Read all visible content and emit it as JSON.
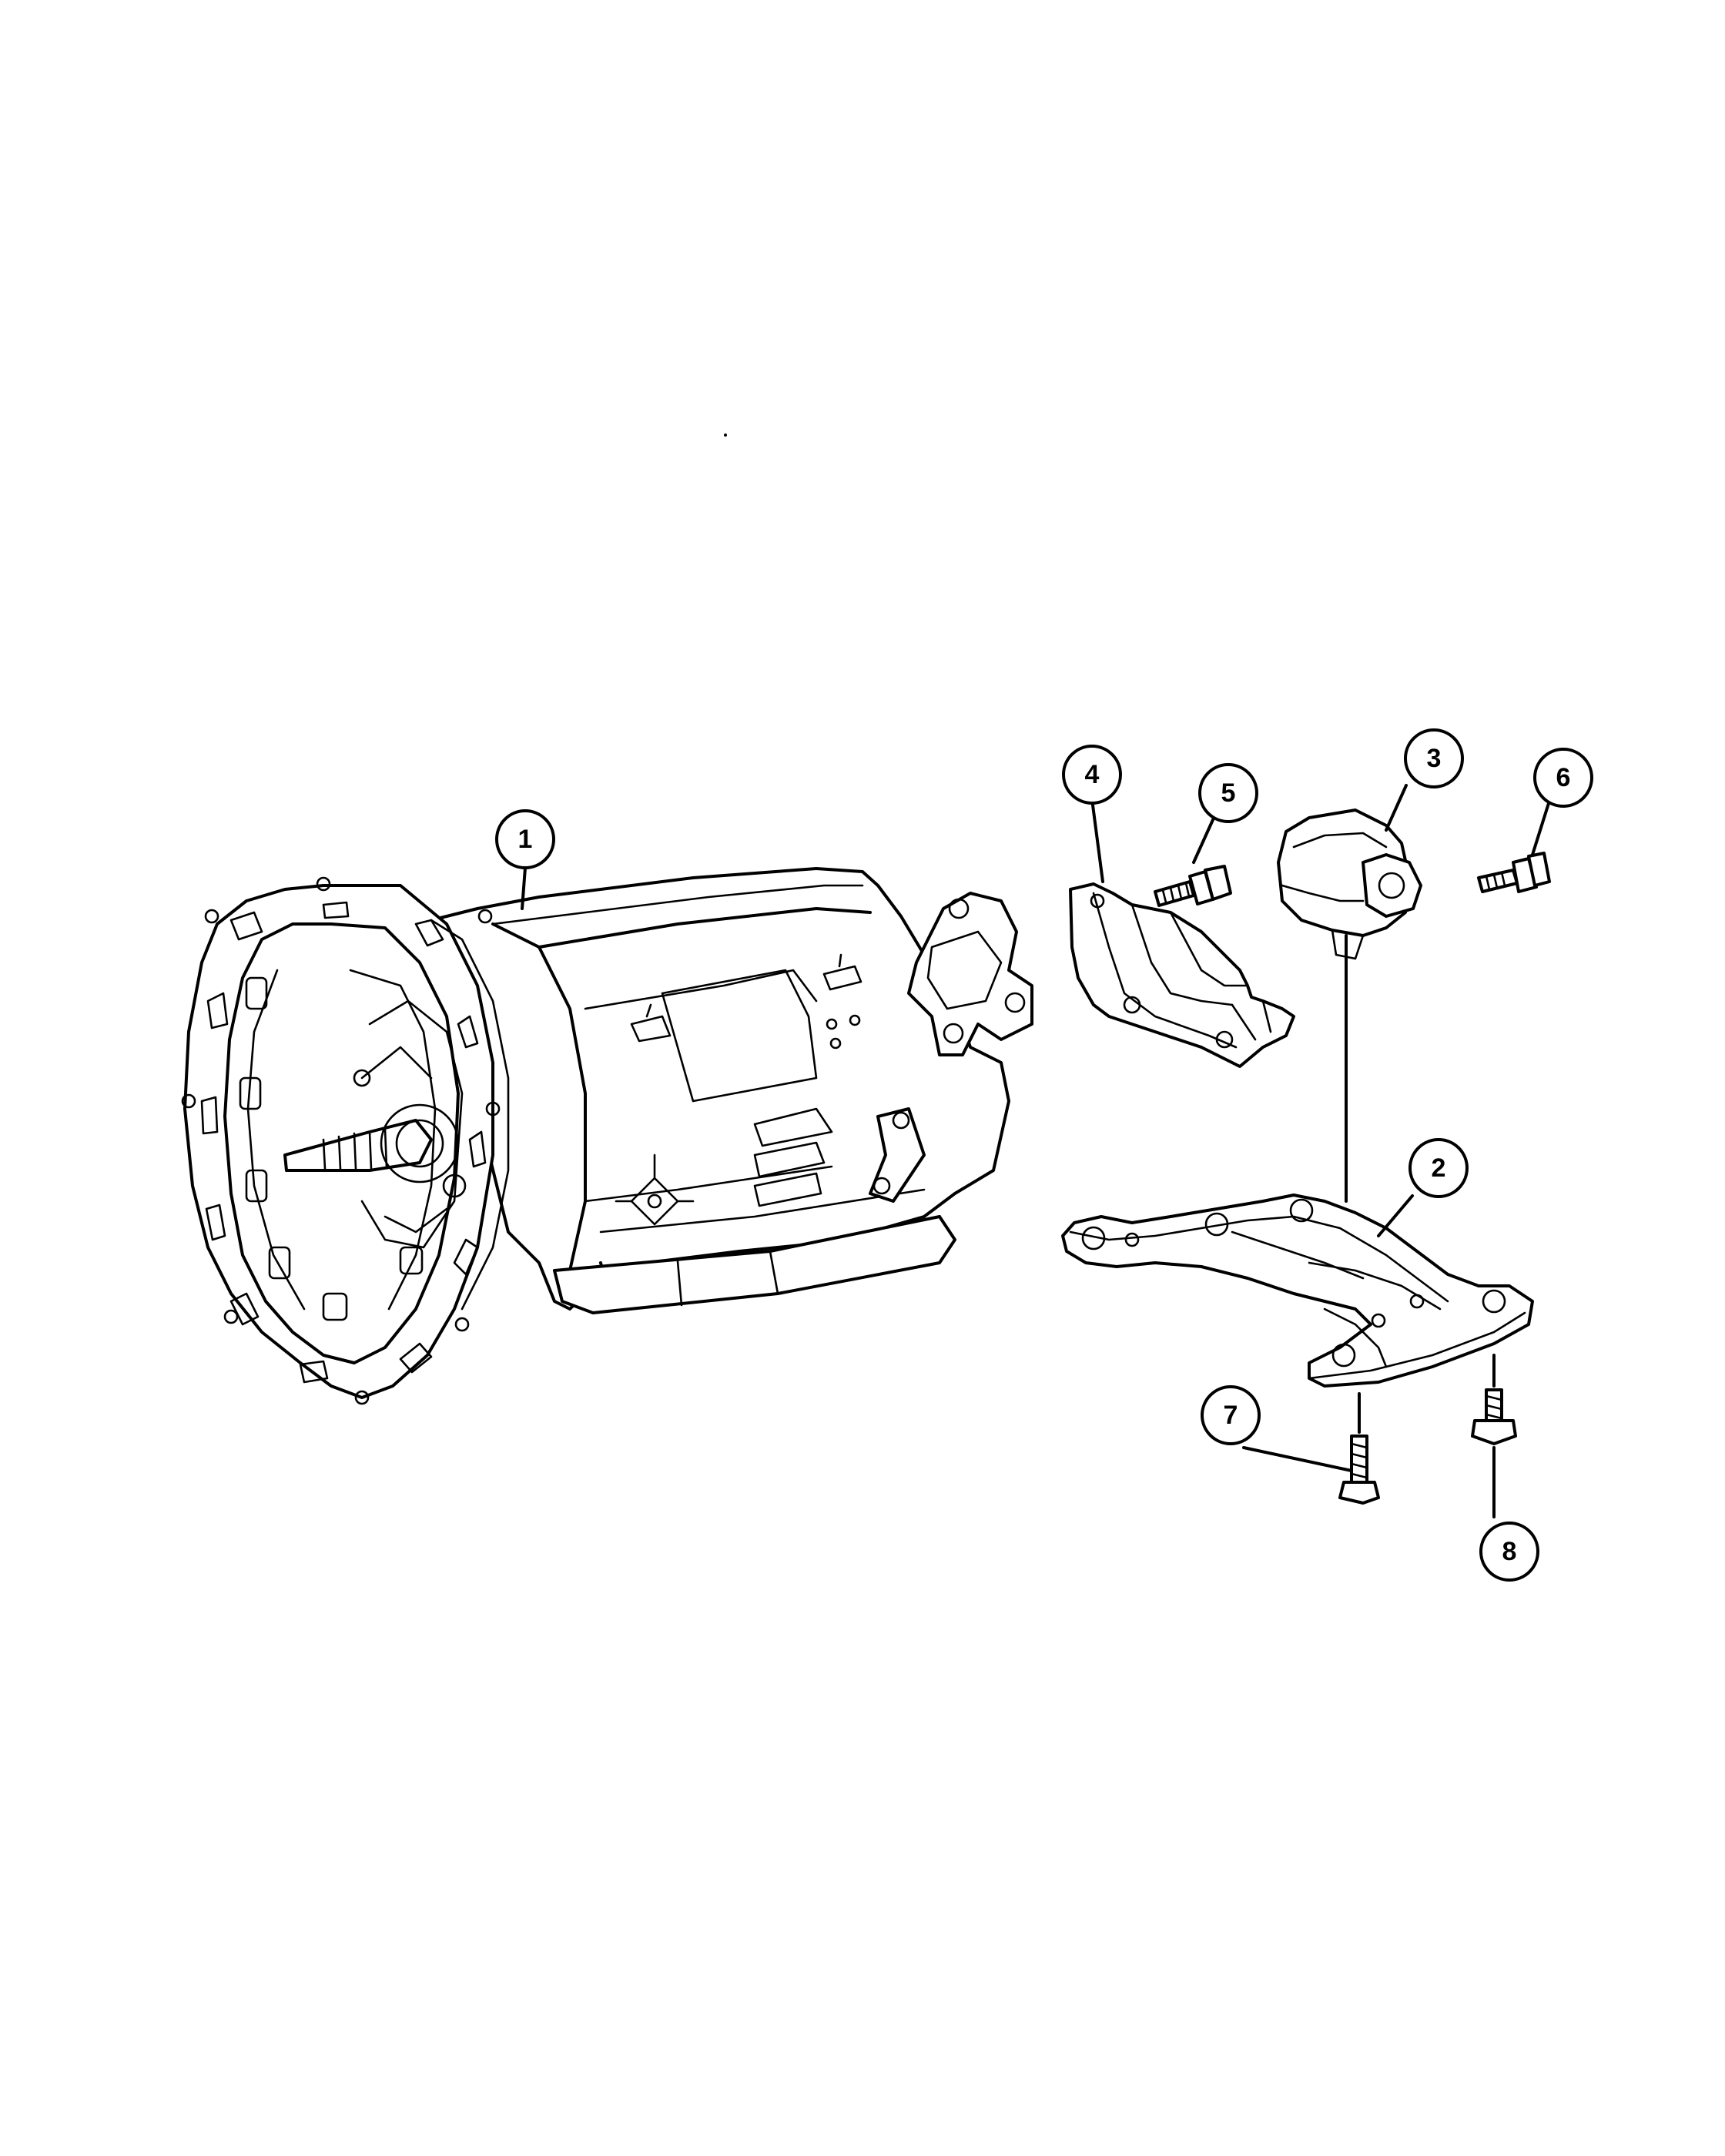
{
  "diagram": {
    "callouts": [
      {
        "id": "1",
        "label": "1"
      },
      {
        "id": "2",
        "label": "2"
      },
      {
        "id": "3",
        "label": "3"
      },
      {
        "id": "4",
        "label": "4"
      },
      {
        "id": "5",
        "label": "5"
      },
      {
        "id": "6",
        "label": "6"
      },
      {
        "id": "7",
        "label": "7"
      },
      {
        "id": "8",
        "label": "8"
      }
    ],
    "line_color": "#000000",
    "background_color": "#ffffff"
  }
}
